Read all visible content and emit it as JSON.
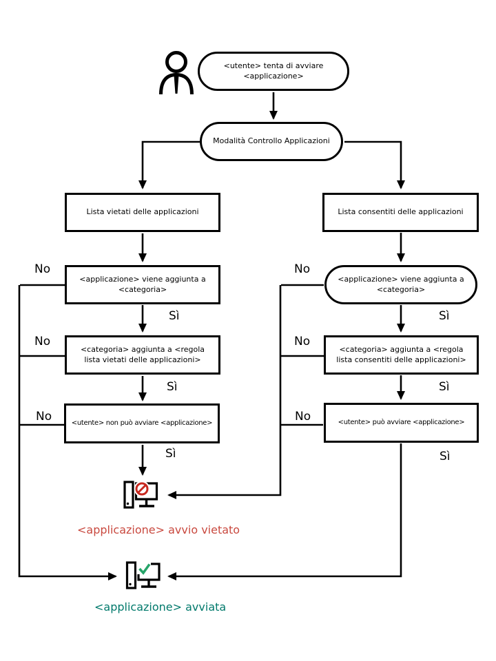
{
  "labels": {
    "no": "No",
    "yes": "Sì"
  },
  "nodes": {
    "start": "<utente> tenta di avviare <applicazione>",
    "mode": "Modalità Controllo Applicazioni",
    "denylist": "Lista vietati delle applicazioni",
    "allowlist": "Lista consentiti delle applicazioni",
    "deny_category": "<applicazione> viene aggiunta a <categoria>",
    "allow_category": "<applicazione> viene aggiunta a <categoria>",
    "deny_rule": "<categoria> aggiunta a <regola lista vietati delle applicazioni>",
    "allow_rule": "<categoria> aggiunta a <regola lista consentiti delle applicazioni>",
    "deny_user": "<utente> non può avviare <applicazione>",
    "allow_user": "<utente> può avviare <applicazione>"
  },
  "outcomes": {
    "blocked": "<applicazione> avvio vietato",
    "started": "<applicazione> avviata"
  },
  "icons": {
    "user": "user-icon",
    "blocked_computer": "computer-blocked-icon",
    "started_computer": "computer-started-icon"
  },
  "colors": {
    "line": "#000000",
    "blocked_text": "#c9493f",
    "started_text": "#00796b",
    "prohibition_red": "#c7281f",
    "check_green": "#26a469"
  }
}
